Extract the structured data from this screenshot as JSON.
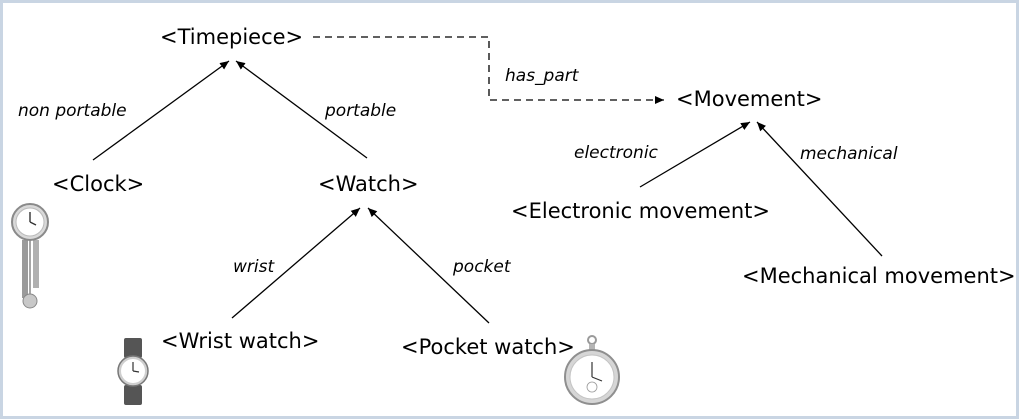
{
  "nodes": {
    "timepiece": "<Timepiece>",
    "clock": "<Clock>",
    "watch": "<Watch>",
    "wrist_watch": "<Wrist watch>",
    "pocket_watch": "<Pocket watch>",
    "movement": "<Movement>",
    "electronic_movement": "<Electronic movement>",
    "mechanical_movement": "<Mechanical movement>"
  },
  "edges": {
    "non_portable": "non portable",
    "portable": "portable",
    "wrist": "wrist",
    "pocket": "pocket",
    "has_part": "has_part",
    "electronic": "electronic",
    "mechanical": "mechanical"
  },
  "icons": [
    "pendulum-clock-icon",
    "wrist-watch-icon",
    "pocket-watch-icon"
  ]
}
